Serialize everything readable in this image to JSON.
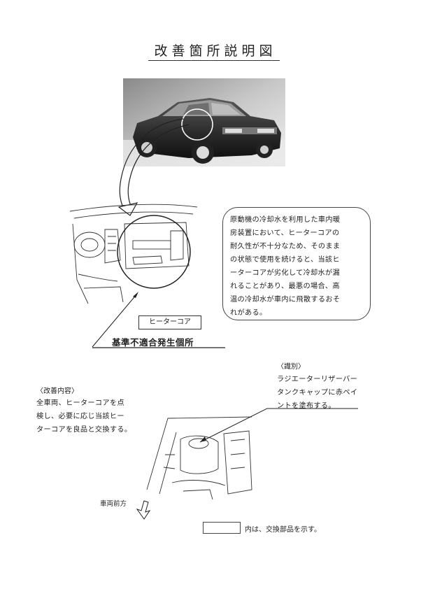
{
  "page": {
    "title": "改善箇所説明図"
  },
  "description": {
    "lines": [
      "原動機の冷却水を利用した車内暖",
      "房装置において、ヒーターコアの",
      "耐久性が不十分なため、そのまま",
      "の状態で使用を続けると、当該ヒ",
      "ーターコアが劣化して冷却水が漏",
      "れることがあり、最悪の場合、高",
      "温の冷却水が車内に飛散するおそ",
      "れがある。"
    ]
  },
  "part_label": "ヒーターコア",
  "location_label": "基準不適合発生個所",
  "identification": {
    "heading": "〈識別〉",
    "lines": [
      "ラジエーターリザーバー",
      "タンクキャップに赤ペイ",
      "ントを塗布する。"
    ]
  },
  "improvement": {
    "heading": "〈改善内容〉",
    "lines": [
      "全車両、ヒーターコアを点",
      "検し、必要に応じ当該ヒー",
      "ターコアを良品と交換する。"
    ]
  },
  "front_label": "車両前方",
  "legend": {
    "text": "内は、交換部品を示す。"
  }
}
